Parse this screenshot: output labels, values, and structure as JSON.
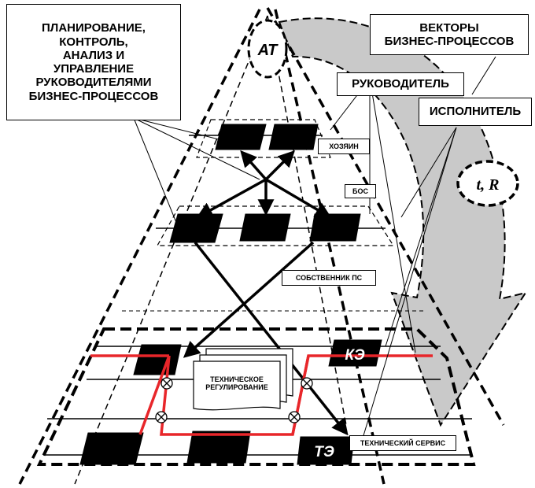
{
  "labels": {
    "planning": "ПЛАНИРОВАНИЕ,\nКОНТРОЛЬ,\nАНАЛИЗ  И\nУПРАВЛЕНИЕ\nРУКОВОДИТЕЛЯМИ\nБИЗНЕС-ПРОЦЕССОВ",
    "vectors": "ВЕКТОРЫ\nБИЗНЕС-ПРОЦЕССОВ",
    "manager": "РУКОВОДИТЕЛЬ",
    "executor": "ИСПОЛНИТЕЛЬ",
    "owner": "ХОЗЯИН",
    "bos": "БОС",
    "ps_owner": "СОБСТВЕННИК ПС",
    "tech_regulation": "ТЕХНИЧЕСКОЕ\nРЕГУЛИРОВАНИЕ",
    "tech_service": "ТЕХНИЧЕСКИЙ СЕРВИС",
    "ke": "КЭ",
    "te": "ТЭ",
    "at": "АТ",
    "t_r": "t, R"
  },
  "colors": {
    "red_circuit": "#e8262a",
    "arrow_fill": "#c9c9c9",
    "ink": "#000000"
  }
}
